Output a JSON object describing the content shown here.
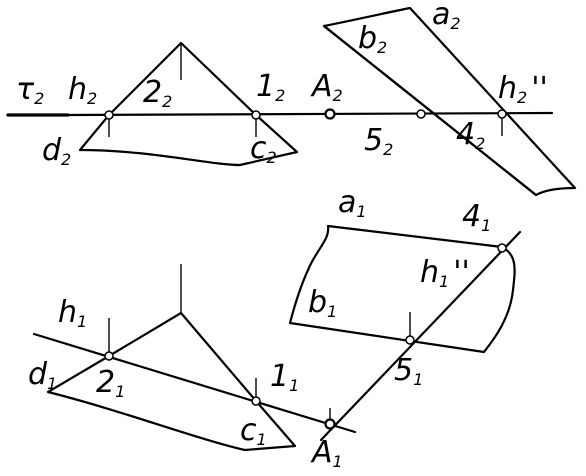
{
  "labels": {
    "tau2": {
      "main": "τ",
      "sub": "2"
    },
    "h2": {
      "main": "h",
      "sub": "2"
    },
    "l2_2": {
      "main": "2",
      "sub": "2"
    },
    "l1_2": {
      "main": "1",
      "sub": "2"
    },
    "A2": {
      "main": "A",
      "sub": "2"
    },
    "b2": {
      "main": "b",
      "sub": "2"
    },
    "a2": {
      "main": "a",
      "sub": "2"
    },
    "h2pp": {
      "main": "h",
      "sub": "2",
      "prime": "''"
    },
    "d2": {
      "main": "d",
      "sub": "2"
    },
    "c2": {
      "main": "c",
      "sub": "2"
    },
    "l5_2": {
      "main": "5",
      "sub": "2"
    },
    "l4_2": {
      "main": "4",
      "sub": "2"
    },
    "a1": {
      "main": "a",
      "sub": "1"
    },
    "l4_1": {
      "main": "4",
      "sub": "1"
    },
    "h1pp": {
      "main": "h",
      "sub": "1",
      "prime": "''"
    },
    "b1": {
      "main": "b",
      "sub": "1"
    },
    "h1": {
      "main": "h",
      "sub": "1"
    },
    "d1": {
      "main": "d",
      "sub": "1"
    },
    "l2_1": {
      "main": "2",
      "sub": "1"
    },
    "l1_1": {
      "main": "1",
      "sub": "1"
    },
    "c1": {
      "main": "c",
      "sub": "1"
    },
    "l5_1": {
      "main": "5",
      "sub": "1"
    },
    "A1": {
      "main": "A",
      "sub": "1"
    }
  }
}
